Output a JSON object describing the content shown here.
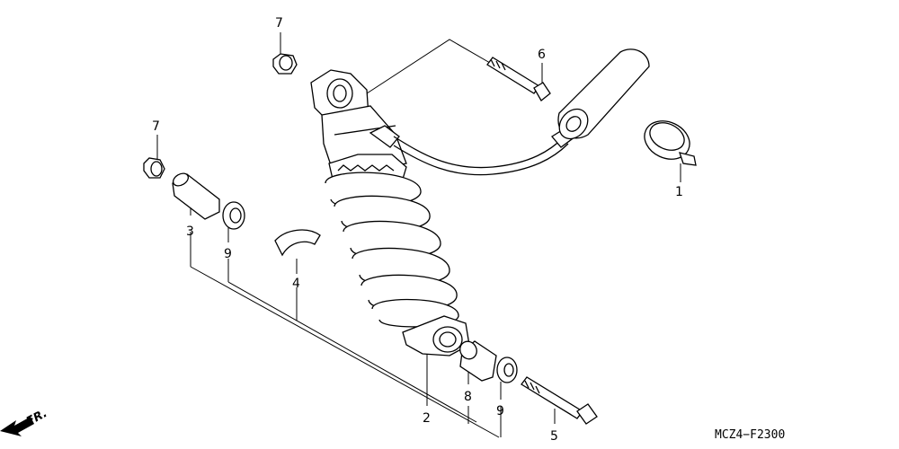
{
  "callouts": {
    "c1": "1",
    "c2": "2",
    "c3": "3",
    "c4": "4",
    "c5": "5",
    "c6": "6",
    "c7a": "7",
    "c7b": "7",
    "c8": "8",
    "c9a": "9",
    "c9b": "9"
  },
  "direction_label": "FR.",
  "diagram_code": "MCZ4−F2300",
  "icons": {
    "direction": "front-direction-arrow-icon"
  }
}
